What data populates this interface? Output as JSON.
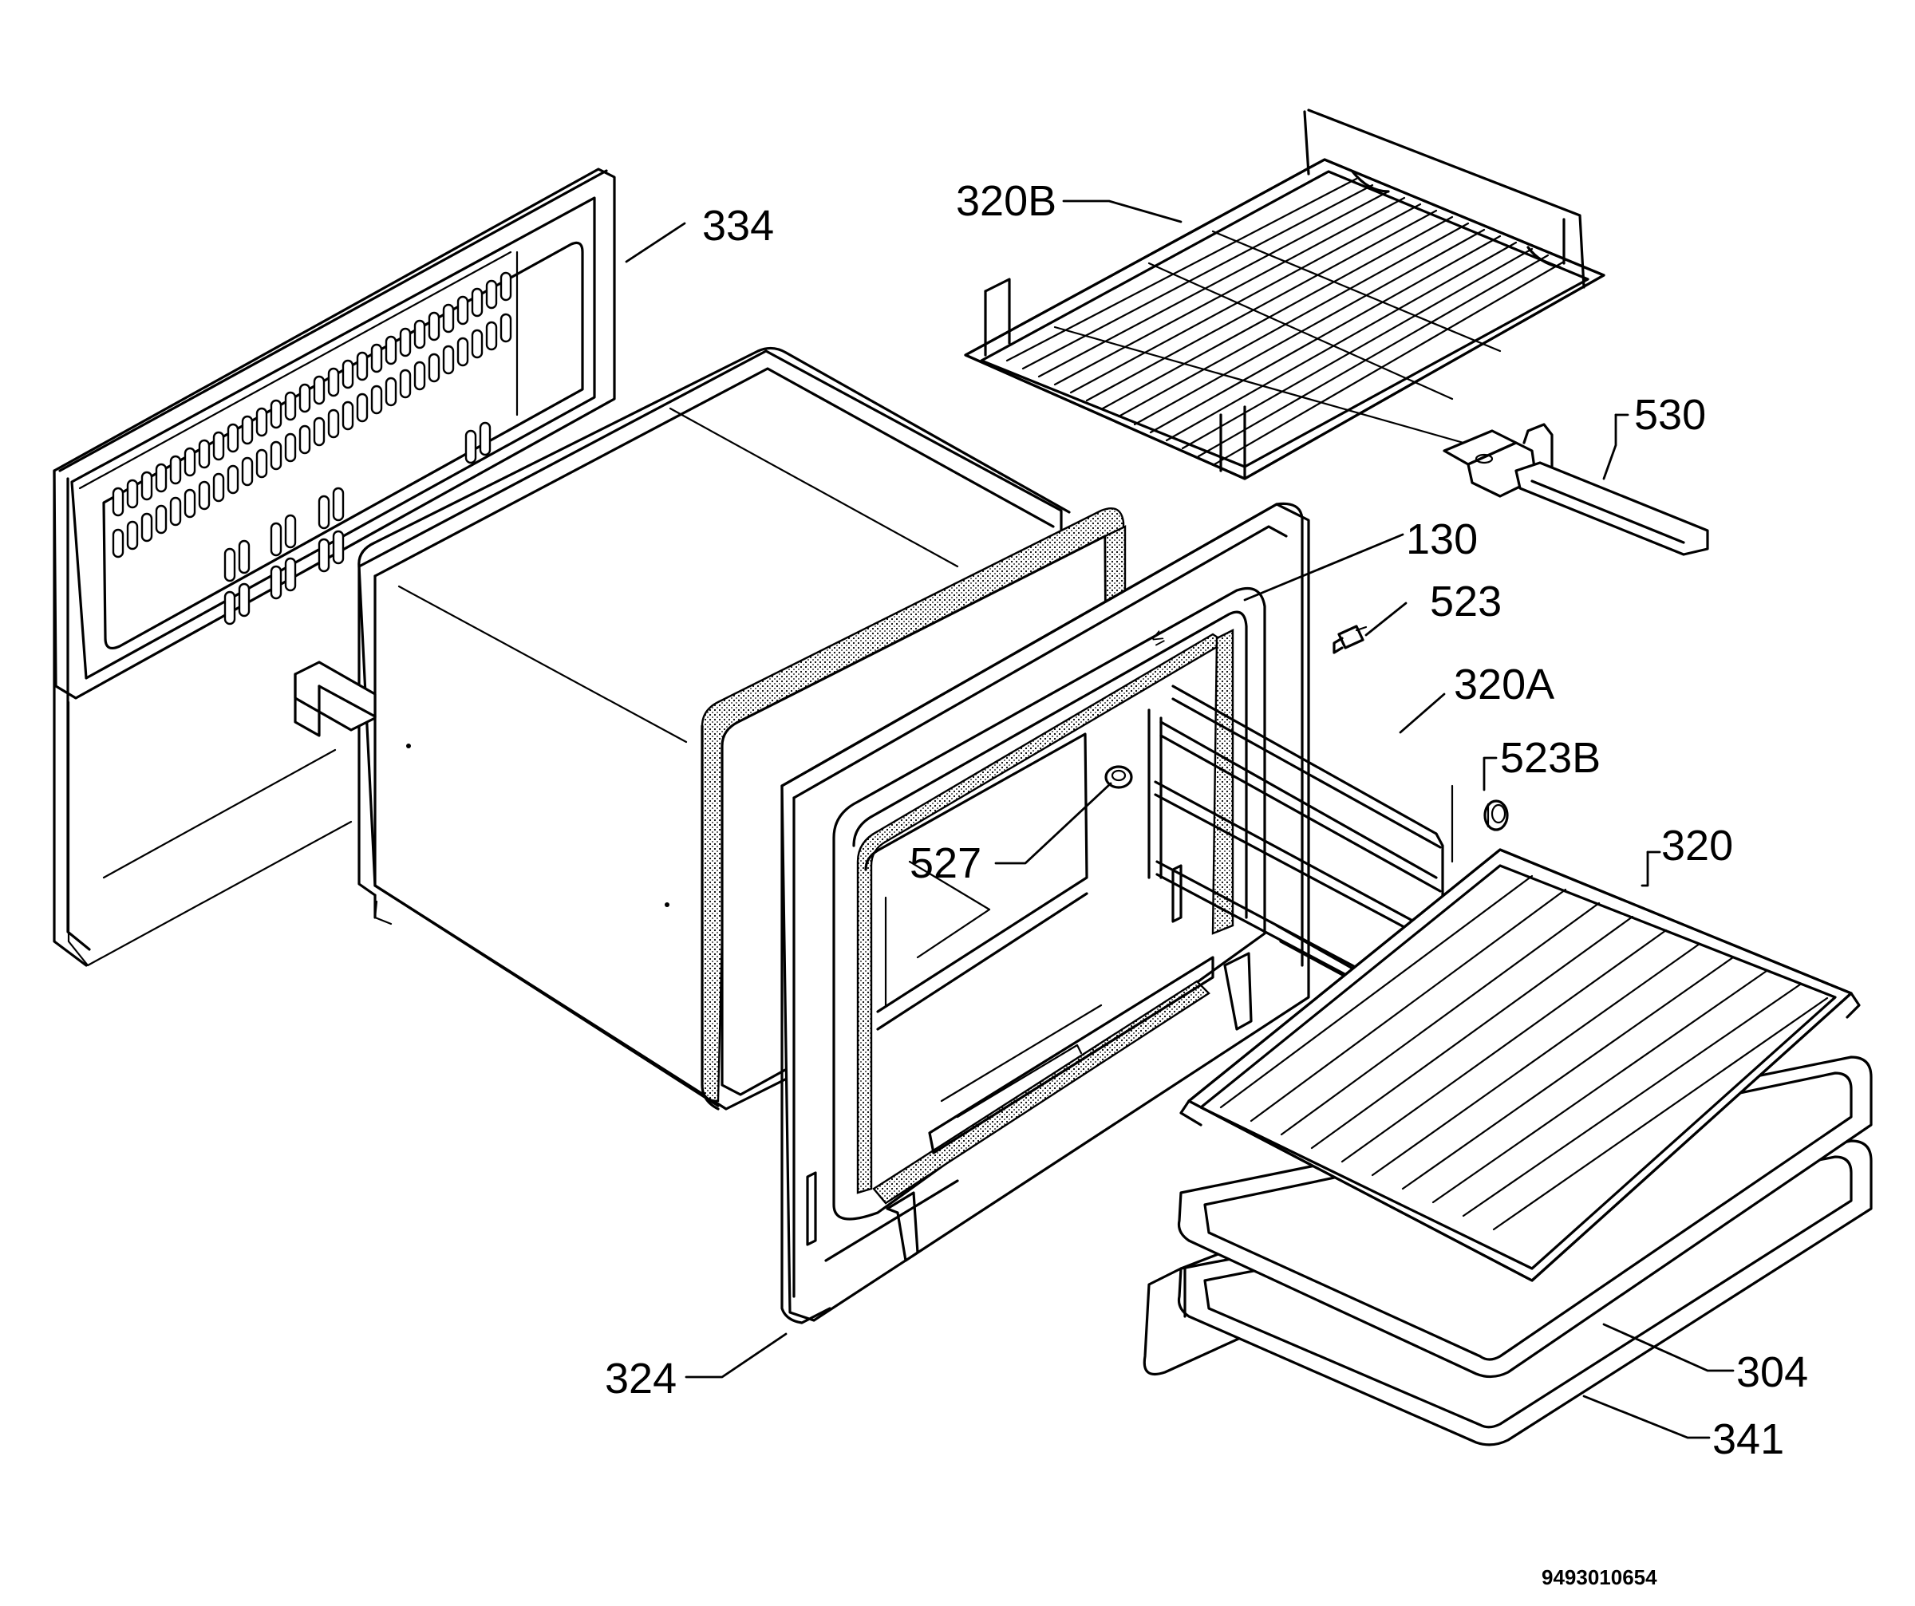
{
  "diagram": {
    "callouts": {
      "c334": "334",
      "c320B": "320B",
      "c530": "530",
      "c130": "130",
      "c523": "523",
      "c320A": "320A",
      "c523B": "523B",
      "c527": "527",
      "c320": "320",
      "c324": "324",
      "c304": "304",
      "c341": "341"
    },
    "reference_code": "9493010654"
  }
}
